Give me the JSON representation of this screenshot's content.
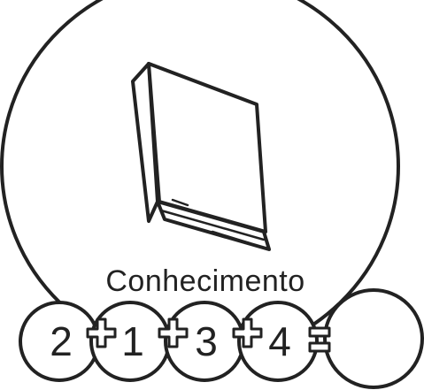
{
  "title": "Conhecimento",
  "icon": "book-icon",
  "equation": {
    "numbers": [
      "2",
      "1",
      "3",
      "4"
    ],
    "operators": [
      "+",
      "+",
      "+"
    ],
    "equals": "=",
    "answer": ""
  },
  "colors": {
    "ink": "#222222",
    "background": "#ffffff"
  }
}
